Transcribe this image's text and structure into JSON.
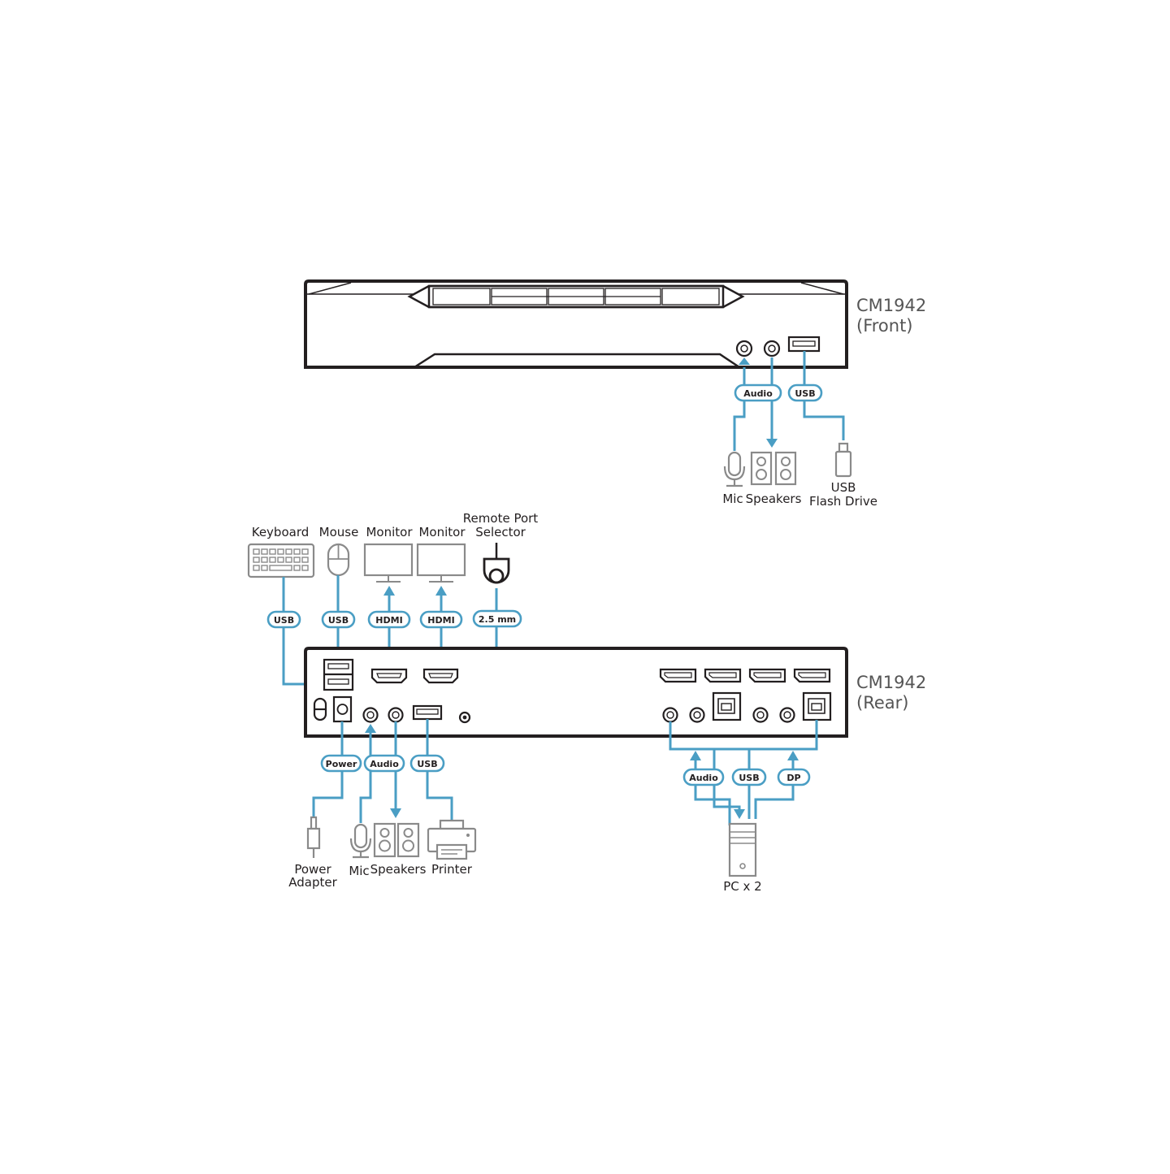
{
  "front": {
    "title_line1": "CM1942",
    "title_line2": "(Front)",
    "tags": {
      "audio": "Audio",
      "usb": "USB"
    },
    "devices": {
      "mic": "Mic",
      "speakers": "Speakers",
      "usb_line1": "USB",
      "usb_line2": "Flash Drive"
    }
  },
  "rear": {
    "title_line1": "CM1942",
    "title_line2": "(Rear)",
    "top_devices": {
      "keyboard": "Keyboard",
      "mouse": "Mouse",
      "monitor1": "Monitor",
      "monitor2": "Monitor",
      "remote_line1": "Remote Port",
      "remote_line2": "Selector"
    },
    "top_tags": {
      "usb1": "USB",
      "usb2": "USB",
      "hdmi1": "HDMI",
      "hdmi2": "HDMI",
      "remote": "2.5 mm"
    },
    "bottom_tags": {
      "power": "Power",
      "audio": "Audio",
      "usb": "USB"
    },
    "bottom_devices": {
      "power_line1": "Power",
      "power_line2": "Adapter",
      "mic": "Mic",
      "speakers": "Speakers",
      "printer": "Printer"
    },
    "pc_tags": {
      "audio": "Audio",
      "usb": "USB",
      "dp": "DP"
    },
    "pc_label": "PC x 2"
  },
  "colors": {
    "cable": "#4a9ec4",
    "outline": "#231f20",
    "device_gray": "#8a8a8a",
    "title_gray": "#555555"
  },
  "icons": [
    "microphone-icon",
    "speakers-icon",
    "usb-flash-drive-icon",
    "keyboard-icon",
    "mouse-icon",
    "monitor-icon",
    "remote-port-selector-icon",
    "power-adapter-icon",
    "printer-icon",
    "pc-tower-icon"
  ]
}
